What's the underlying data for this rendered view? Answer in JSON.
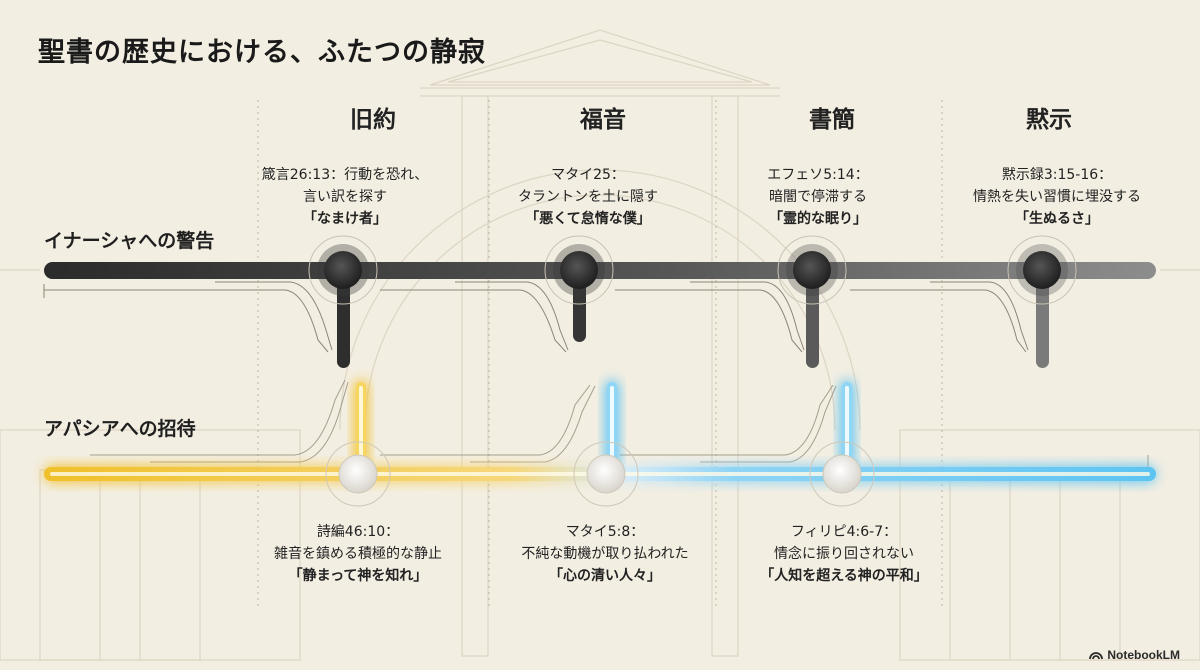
{
  "title": "聖書の歴史における、ふたつの静寂",
  "eras": [
    "旧約",
    "福音",
    "書簡",
    "黙示"
  ],
  "tracks": {
    "warning_label": "イナーシャへの警告",
    "invitation_label": "アパシアへの招待"
  },
  "warnings": [
    {
      "ref": "箴言26:13：行動を恐れ、",
      "line2": "言い訳を探す",
      "quote": "「なまけ者」"
    },
    {
      "ref": "マタイ25：",
      "line2": "タラントンを土に隠す",
      "quote": "「悪くて怠惰な僕」"
    },
    {
      "ref": "エフェソ5:14：",
      "line2": "暗闇で停滞する",
      "quote": "「霊的な眠り」"
    },
    {
      "ref": "黙示録3:15-16：",
      "line2": "情熱を失い習慣に埋没する",
      "quote": "「生ぬるさ」"
    }
  ],
  "invitations": [
    {
      "ref": "詩編46:10：",
      "line2": "雑音を鎮める積極的な静止",
      "quote": "「静まって神を知れ」"
    },
    {
      "ref": "マタイ5:8：",
      "line2": "不純な動機が取り払われた",
      "quote": "「心の清い人々」"
    },
    {
      "ref": "フィリピ4:6-7：",
      "line2": "情念に振り回されない",
      "quote": "「人知を超える神の平和」"
    }
  ],
  "colors": {
    "background": "#f3eee2",
    "warning_track": "#3c3c3c",
    "invitation_gold": "#f2c230",
    "invitation_blue": "#5cc4f2"
  },
  "brand": "NotebookLM"
}
